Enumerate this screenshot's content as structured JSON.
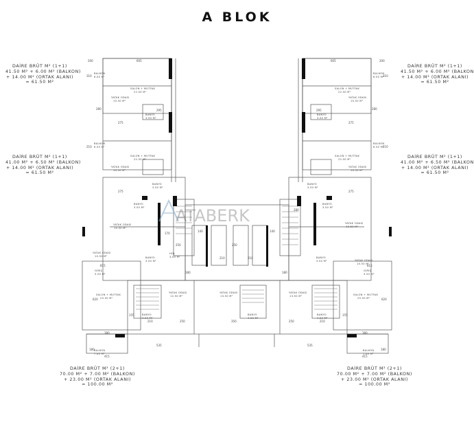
{
  "title": "A BLOK",
  "watermark": {
    "text": "ATABERK",
    "color": "#7ea7c7"
  },
  "info_blocks": [
    {
      "id": "top-left",
      "lines": [
        "DAİRE BRÜT M² (1+1)",
        "41.50 M² + 6.00 M² (BALKON)",
        "+ 14.00 M² (ORTAK ALANI)",
        "= 61.50 M²"
      ]
    },
    {
      "id": "top-right",
      "lines": [
        "DAİRE BRÜT M² (1+1)",
        "41.50 M² + 6.00 M² (BALKON)",
        "+ 14.00 M² (ORTAK ALANI)",
        "= 61.50 M²"
      ]
    },
    {
      "id": "mid-left",
      "lines": [
        "DAİRE BRÜT M² (1+1)",
        "41.00 M² + 6.50 M² (BALKON)",
        "+ 14.00 M² (ORTAK ALANI)",
        "= 61.50 M²"
      ]
    },
    {
      "id": "mid-right",
      "lines": [
        "DAİRE BRÜT M² (1+1)",
        "41.00 M² + 6.50 M² (BALKON)",
        "+ 14.00 M² (ORTAK ALANI)",
        "= 61.50 M²"
      ]
    },
    {
      "id": "bottom-left",
      "lines": [
        "DAİRE BRÜT M² (2+1)",
        "70.00 M² + 7.00 M² (BALKON)",
        "+ 23.00 M² (ORTAK ALANI)",
        "= 100.00 M²"
      ]
    },
    {
      "id": "bottom-right",
      "lines": [
        "DAİRE BRÜT M² (2+1)",
        "70.00 M² + 7.00 M² (BALKON)",
        "+ 23.00 M² (ORTAK ALANI)",
        "= 100.00 M²"
      ]
    }
  ],
  "rooms": [
    {
      "id": "balkon-1",
      "label": "BALKON",
      "area": "6.00 M²"
    },
    {
      "id": "salon-mutfak-1",
      "label": "SALON + MUTFAK",
      "area": "22.00 M²"
    },
    {
      "id": "yatak-1",
      "label": "YATAK ODASI",
      "area": "10.50 M²"
    },
    {
      "id": "banyo-1",
      "label": "BANYO",
      "area": "3.50 M²"
    },
    {
      "id": "balkon-2",
      "label": "BALKON",
      "area": "6.50 M²"
    },
    {
      "id": "salon-mutfak-2",
      "label": "SALON + MUTFAK",
      "area": "22.00 M²"
    },
    {
      "id": "yatak-2",
      "label": "YATAK ODASI",
      "area": "10.50 M²"
    },
    {
      "id": "banyo-2",
      "label": "BANYO",
      "area": "3.50 M²"
    },
    {
      "id": "yatak-3",
      "label": "YATAK ODASI",
      "area": "10.50 M²"
    },
    {
      "id": "yatak-4",
      "label": "YATAK ODASI",
      "area": "12.50 M²"
    },
    {
      "id": "salon-mutfak-3",
      "label": "SALON + MUTFAK",
      "area": "25.50 M²"
    },
    {
      "id": "giris-1",
      "label": "GİRİŞ",
      "area": "3.50 M²"
    },
    {
      "id": "balkon-3",
      "label": "BALKON",
      "area": "7.00 M²"
    },
    {
      "id": "banyo-3",
      "label": "BANYO",
      "area": "4.00 M²"
    },
    {
      "id": "yatak-5",
      "label": "YATAK ODASI",
      "area": "13.50 M²"
    },
    {
      "id": "banyo-4",
      "label": "BANYO",
      "area": "4.00 M²"
    },
    {
      "id": "hol-1",
      "label": "HOL",
      "area": "3.00 M²"
    }
  ],
  "dimensions": [
    "200",
    "605",
    "310",
    "210",
    "275",
    "295",
    "280",
    "375",
    "170",
    "140",
    "250",
    "210",
    "150",
    "380",
    "415",
    "535",
    "620",
    "815",
    "180",
    "155",
    "350"
  ]
}
